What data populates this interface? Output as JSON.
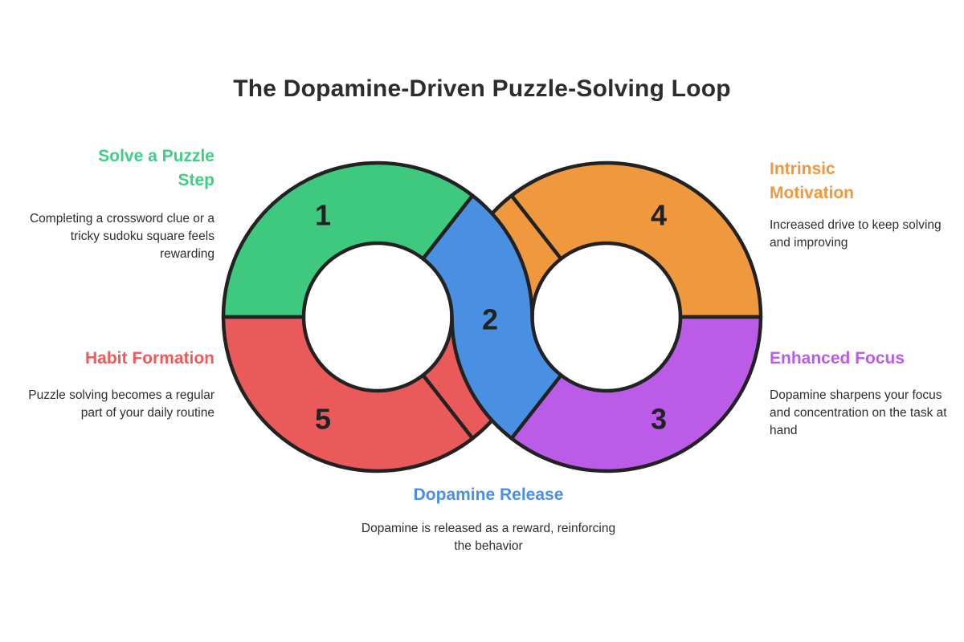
{
  "title": "The Dopamine-Driven Puzzle-Solving Loop",
  "colors": {
    "green": "#3ec97e",
    "blue": "#4a90e2",
    "purple": "#bb5ce8",
    "orange": "#f0983e",
    "red": "#ea5a5a",
    "outline": "#222222",
    "text": "#2e2e2e"
  },
  "steps": [
    {
      "num": "1",
      "label": "Solve a Puzzle Step",
      "description": "Completing a crossword clue or a tricky sudoku square feels rewarding"
    },
    {
      "num": "2",
      "label": "Dopamine Release",
      "description": "Dopamine is released as a reward, reinforcing the behavior"
    },
    {
      "num": "3",
      "label": "Enhanced Focus",
      "description": "Dopamine sharpens your focus and concentration on the task at hand"
    },
    {
      "num": "4",
      "label": "Intrinsic Motivation",
      "description": "Increased drive to keep solving and improving"
    },
    {
      "num": "5",
      "label": "Habit Formation",
      "description": "Puzzle solving becomes a regular part of your daily routine"
    }
  ]
}
